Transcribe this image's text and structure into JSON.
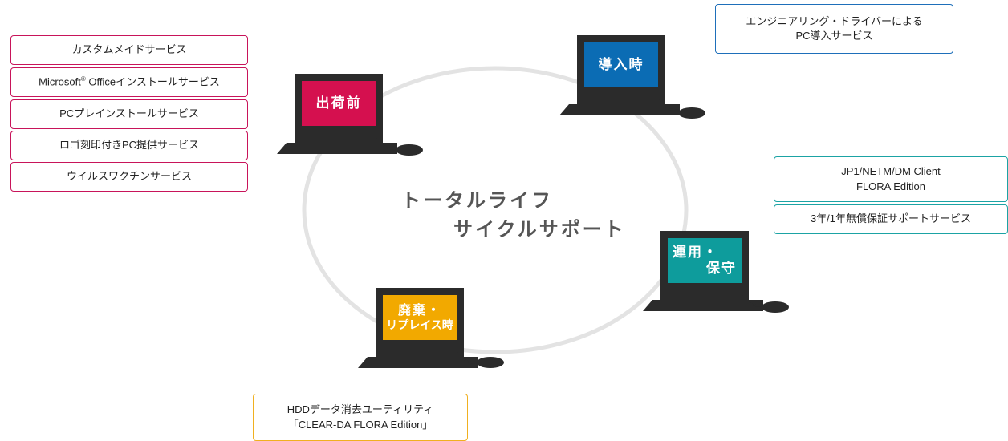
{
  "center": {
    "line1": "トータルライフ",
    "line2": "サイクルサポート"
  },
  "stages": {
    "shipping": {
      "label": "出荷前"
    },
    "install": {
      "label": "導入時"
    },
    "operation": {
      "label1": "運用・",
      "label2": "保守"
    },
    "disposal": {
      "label1": "廃棄・",
      "label2": "リプレイス時"
    }
  },
  "shipping_services": [
    "カスタムメイドサービス",
    "Microsoft",
    "PCプレインストールサービス",
    "ロゴ刻印付きPC提供サービス",
    "ウイルスワクチンサービス"
  ],
  "office": {
    "registered": "®",
    "rest": " Officeインストールサービス"
  },
  "install_service": {
    "line1": "エンジニアリング・ドライバーによる",
    "line2": "PC導入サービス"
  },
  "operation_services": {
    "item1_line1": "JP1/NETM/DM Client",
    "item1_line2": "FLORA Edition",
    "item2": "3年/1年無償保証サポートサービス"
  },
  "disposal_service": {
    "line1": "HDDデータ消去ユーティリティ",
    "line2": "「CLEAR-DA FLORA Edition」"
  },
  "colors": {
    "shipping": "#d5104f",
    "install": "#0b6cb4",
    "operation": "#0e9c9c",
    "disposal": "#f2a900",
    "ring": "#e3e3e3"
  }
}
